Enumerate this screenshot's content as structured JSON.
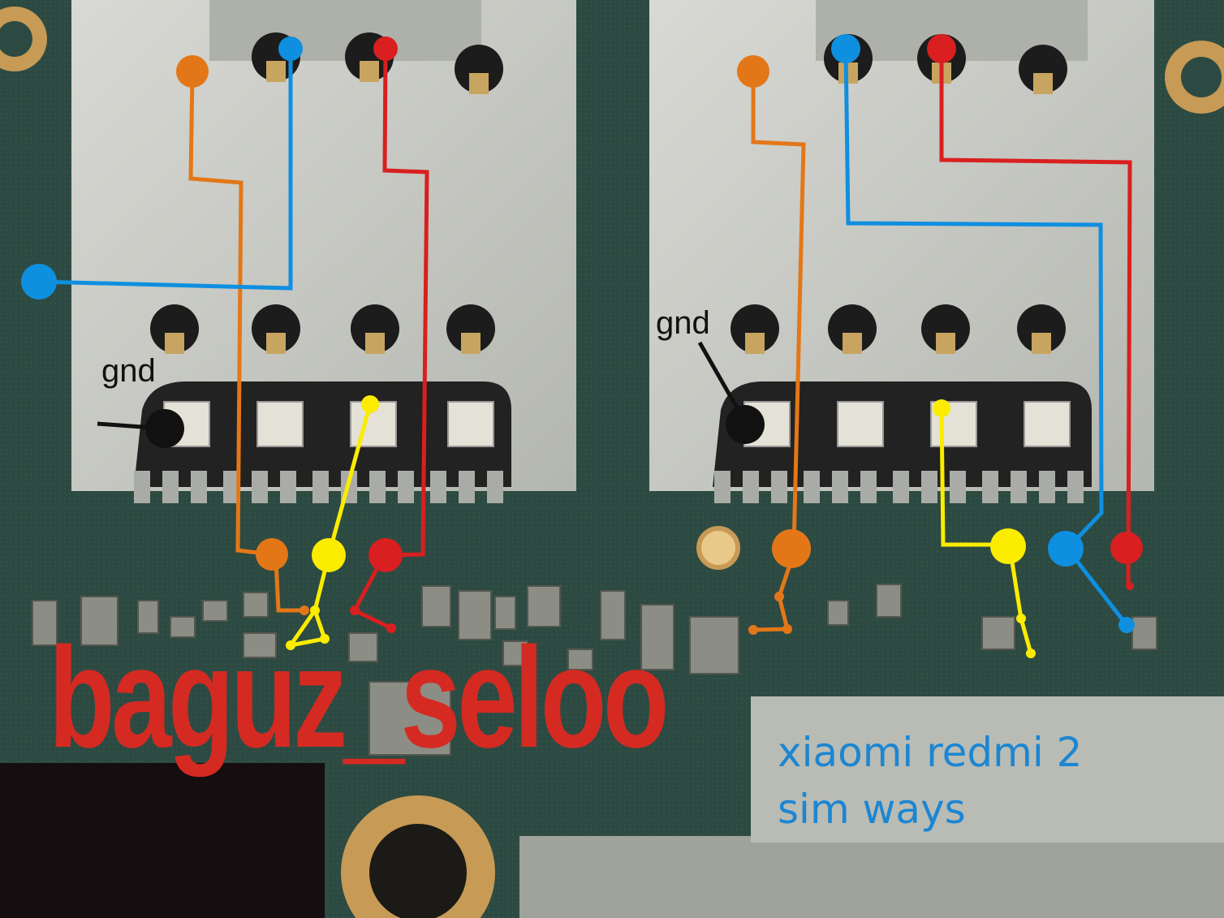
{
  "labels": {
    "gnd_left": "gnd",
    "gnd_right": "gnd"
  },
  "watermark": "baguz_seloo",
  "caption": {
    "line1": "xiaomi redmi 2",
    "line2": "sim ways"
  },
  "colors": {
    "board_green": "#2c4a42",
    "board_dark": "#1e3530",
    "slot_metal": "#c9cbc6",
    "slot_shadow": "#8d908b",
    "pad_gold": "#e8c98a",
    "pad_ring": "#c79a55",
    "wire_orange": "#e37718",
    "wire_blue": "#0f8fe0",
    "wire_red": "#d91f1f",
    "wire_yellow": "#fbec00",
    "wire_black": "#111111",
    "watermark": "#d42a22",
    "caption": "#1c86d2"
  }
}
